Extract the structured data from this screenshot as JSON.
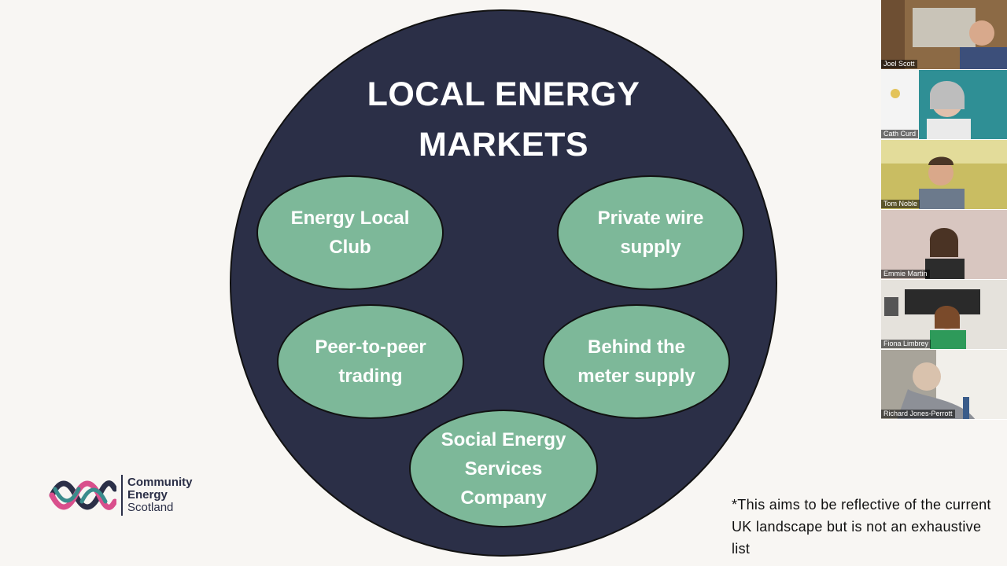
{
  "slide": {
    "title_lines": [
      "LOCAL ENERGY",
      "MARKETS"
    ],
    "items": [
      {
        "label": "Energy Local\nClub"
      },
      {
        "label": "Private wire\nsupply"
      },
      {
        "label": "Peer-to-peer\ntrading"
      },
      {
        "label": "Behind the\nmeter supply"
      },
      {
        "label": "Social Energy\nServices\nCompany"
      }
    ],
    "footnote": "*This aims to be reflective of the current UK landscape but is not an exhaustive list",
    "logo": {
      "line1": "Community",
      "line2": "Energy",
      "line3": "Scotland"
    }
  },
  "participants": [
    {
      "name": "Joel Scott"
    },
    {
      "name": "Cath Curd"
    },
    {
      "name": "Tom Noble"
    },
    {
      "name": "Emmie Martin"
    },
    {
      "name": "Fiona Limbrey"
    },
    {
      "name": "Richard Jones-Perrott"
    }
  ],
  "colors": {
    "circle": "#2b2f47",
    "ellipse": "#7db899",
    "background": "#f8f6f3"
  }
}
